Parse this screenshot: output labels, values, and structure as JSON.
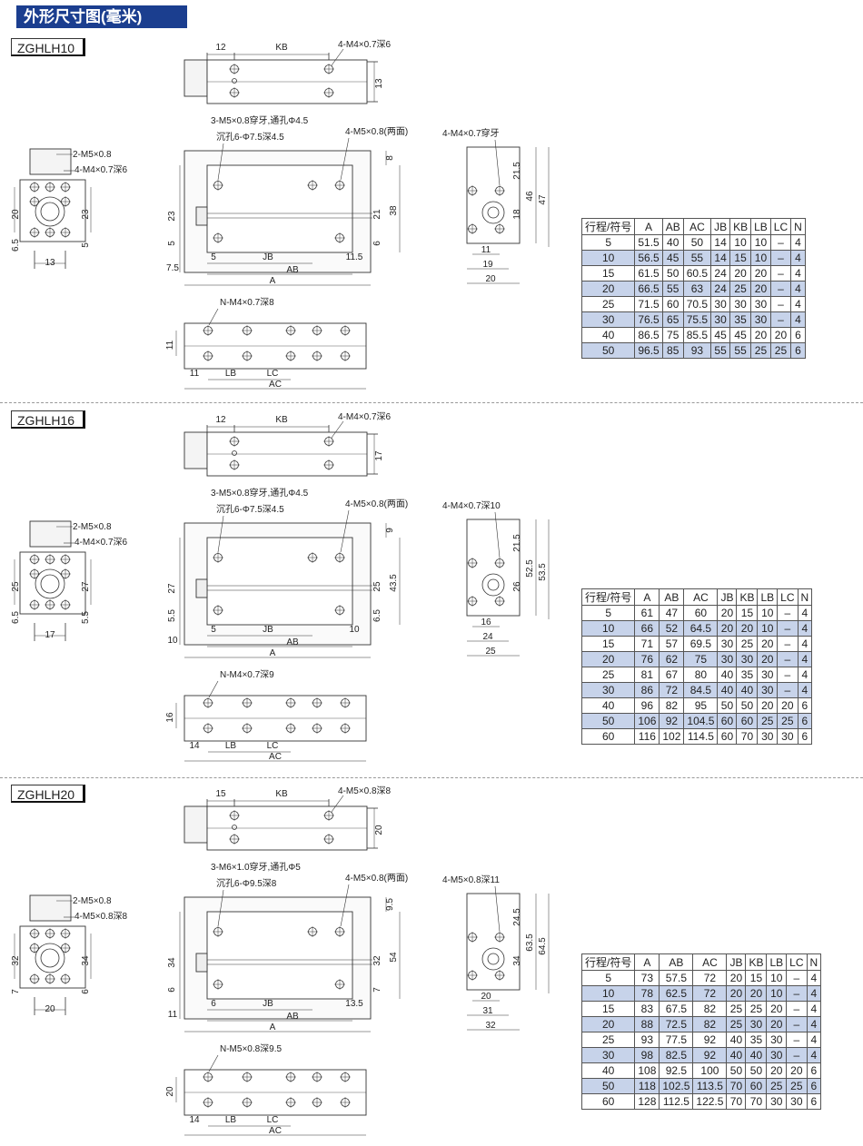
{
  "page_title": "外形尺寸图(毫米)",
  "columns": [
    "行程/符号",
    "A",
    "AB",
    "AC",
    "JB",
    "KB",
    "LB",
    "LC",
    "N"
  ],
  "sections": [
    {
      "model": "ZGHLH10",
      "labels": {
        "top_a": "12",
        "top_kb": "KB",
        "top_holes": "4-M4×0.7深6",
        "top_h": "13",
        "side_thru": "3-M5×0.8穿牙,通孔Φ4.5",
        "side_cb": "沉孔6-Φ7.5深4.5",
        "side_both": "4-M5×0.8(两面)",
        "end_holes": "4-M4×0.7穿牙",
        "left_h1": "2-M5×0.8",
        "left_h2": "4-M4×0.7深6",
        "d_20": "20",
        "d_23": "23",
        "d_65": "6.5",
        "d_5": "5",
        "d_13": "13",
        "s_8": "8",
        "s_23": "23",
        "s_5a": "5",
        "s_21": "21",
        "s_38": "38",
        "s_6": "6",
        "s_75": "7.5",
        "s_5b": "5",
        "s_jb": "JB",
        "s_115": "11.5",
        "s_ab": "AB",
        "s_a": "A",
        "e_215": "21.5",
        "e_18": "18",
        "e_46": "46",
        "e_47": "47",
        "e_11": "11",
        "e_19": "19",
        "e_20": "20",
        "b_holes": "N-M4×0.7深8",
        "b_11h": "11",
        "b_11": "11",
        "b_lb": "LB",
        "b_lc": "LC",
        "b_ac": "AC"
      },
      "rows": [
        [
          "5",
          "51.5",
          "40",
          "50",
          "14",
          "10",
          "10",
          "–",
          "4"
        ],
        [
          "10",
          "56.5",
          "45",
          "55",
          "14",
          "15",
          "10",
          "–",
          "4"
        ],
        [
          "15",
          "61.5",
          "50",
          "60.5",
          "24",
          "20",
          "20",
          "–",
          "4"
        ],
        [
          "20",
          "66.5",
          "55",
          "63",
          "24",
          "25",
          "20",
          "–",
          "4"
        ],
        [
          "25",
          "71.5",
          "60",
          "70.5",
          "30",
          "30",
          "30",
          "–",
          "4"
        ],
        [
          "30",
          "76.5",
          "65",
          "75.5",
          "30",
          "35",
          "30",
          "–",
          "4"
        ],
        [
          "40",
          "86.5",
          "75",
          "85.5",
          "45",
          "45",
          "20",
          "20",
          "6"
        ],
        [
          "50",
          "96.5",
          "85",
          "93",
          "55",
          "55",
          "25",
          "25",
          "6"
        ]
      ]
    },
    {
      "model": "ZGHLH16",
      "labels": {
        "top_a": "12",
        "top_kb": "KB",
        "top_holes": "4-M4×0.7深6",
        "top_h": "17",
        "side_thru": "3-M5×0.8穿牙,通孔Φ4.5",
        "side_cb": "沉孔6-Φ7.5深4.5",
        "side_both": "4-M5×0.8(两面)",
        "end_holes": "4-M4×0.7深10",
        "left_h1": "2-M5×0.8",
        "left_h2": "4-M4×0.7深6",
        "d_20": "25",
        "d_23": "27",
        "d_65": "6.5",
        "d_5": "5.5",
        "d_13": "17",
        "s_8": "9",
        "s_23": "27",
        "s_5a": "5.5",
        "s_21": "25",
        "s_38": "43.5",
        "s_6": "6.5",
        "s_75": "10",
        "s_5b": "5",
        "s_jb": "JB",
        "s_115": "10",
        "s_ab": "AB",
        "s_a": "A",
        "e_215": "21.5",
        "e_18": "26",
        "e_46": "52.5",
        "e_47": "53.5",
        "e_11": "16",
        "e_19": "24",
        "e_20": "25",
        "b_holes": "N-M4×0.7深9",
        "b_11h": "16",
        "b_11": "14",
        "b_lb": "LB",
        "b_lc": "LC",
        "b_ac": "AC"
      },
      "rows": [
        [
          "5",
          "61",
          "47",
          "60",
          "20",
          "15",
          "10",
          "–",
          "4"
        ],
        [
          "10",
          "66",
          "52",
          "64.5",
          "20",
          "20",
          "10",
          "–",
          "4"
        ],
        [
          "15",
          "71",
          "57",
          "69.5",
          "30",
          "25",
          "20",
          "–",
          "4"
        ],
        [
          "20",
          "76",
          "62",
          "75",
          "30",
          "30",
          "20",
          "–",
          "4"
        ],
        [
          "25",
          "81",
          "67",
          "80",
          "40",
          "35",
          "30",
          "–",
          "4"
        ],
        [
          "30",
          "86",
          "72",
          "84.5",
          "40",
          "40",
          "30",
          "–",
          "4"
        ],
        [
          "40",
          "96",
          "82",
          "95",
          "50",
          "50",
          "20",
          "20",
          "6"
        ],
        [
          "50",
          "106",
          "92",
          "104.5",
          "60",
          "60",
          "25",
          "25",
          "6"
        ],
        [
          "60",
          "116",
          "102",
          "114.5",
          "60",
          "70",
          "30",
          "30",
          "6"
        ]
      ]
    },
    {
      "model": "ZGHLH20",
      "labels": {
        "top_a": "15",
        "top_kb": "KB",
        "top_holes": "4-M5×0.8深8",
        "top_h": "20",
        "side_thru": "3-M6×1.0穿牙,通孔Φ5",
        "side_cb": "沉孔6-Φ9.5深8",
        "side_both": "4-M5×0.8(两面)",
        "end_holes": "4-M5×0.8深11",
        "left_h1": "2-M5×0.8",
        "left_h2": "4-M5×0.8深8",
        "d_20": "32",
        "d_23": "34",
        "d_65": "7",
        "d_5": "6",
        "d_13": "20",
        "s_8": "9.5",
        "s_23": "34",
        "s_5a": "6",
        "s_21": "32",
        "s_38": "54",
        "s_6": "7",
        "s_75": "11",
        "s_5b": "6",
        "s_jb": "JB",
        "s_115": "13.5",
        "s_ab": "AB",
        "s_a": "A",
        "e_215": "24.5",
        "e_18": "34",
        "e_46": "63.5",
        "e_47": "64.5",
        "e_11": "20",
        "e_19": "31",
        "e_20": "32",
        "b_holes": "N-M5×0.8深9.5",
        "b_11h": "20",
        "b_11": "14",
        "b_lb": "LB",
        "b_lc": "LC",
        "b_ac": "AC"
      },
      "rows": [
        [
          "5",
          "73",
          "57.5",
          "72",
          "20",
          "15",
          "10",
          "–",
          "4"
        ],
        [
          "10",
          "78",
          "62.5",
          "72",
          "20",
          "20",
          "10",
          "–",
          "4"
        ],
        [
          "15",
          "83",
          "67.5",
          "82",
          "25",
          "25",
          "20",
          "–",
          "4"
        ],
        [
          "20",
          "88",
          "72.5",
          "82",
          "25",
          "30",
          "20",
          "–",
          "4"
        ],
        [
          "25",
          "93",
          "77.5",
          "92",
          "40",
          "35",
          "30",
          "–",
          "4"
        ],
        [
          "30",
          "98",
          "82.5",
          "92",
          "40",
          "40",
          "30",
          "–",
          "4"
        ],
        [
          "40",
          "108",
          "92.5",
          "100",
          "50",
          "50",
          "20",
          "20",
          "6"
        ],
        [
          "50",
          "118",
          "102.5",
          "113.5",
          "70",
          "60",
          "25",
          "25",
          "6"
        ],
        [
          "60",
          "128",
          "112.5",
          "122.5",
          "70",
          "70",
          "30",
          "30",
          "6"
        ]
      ]
    }
  ]
}
